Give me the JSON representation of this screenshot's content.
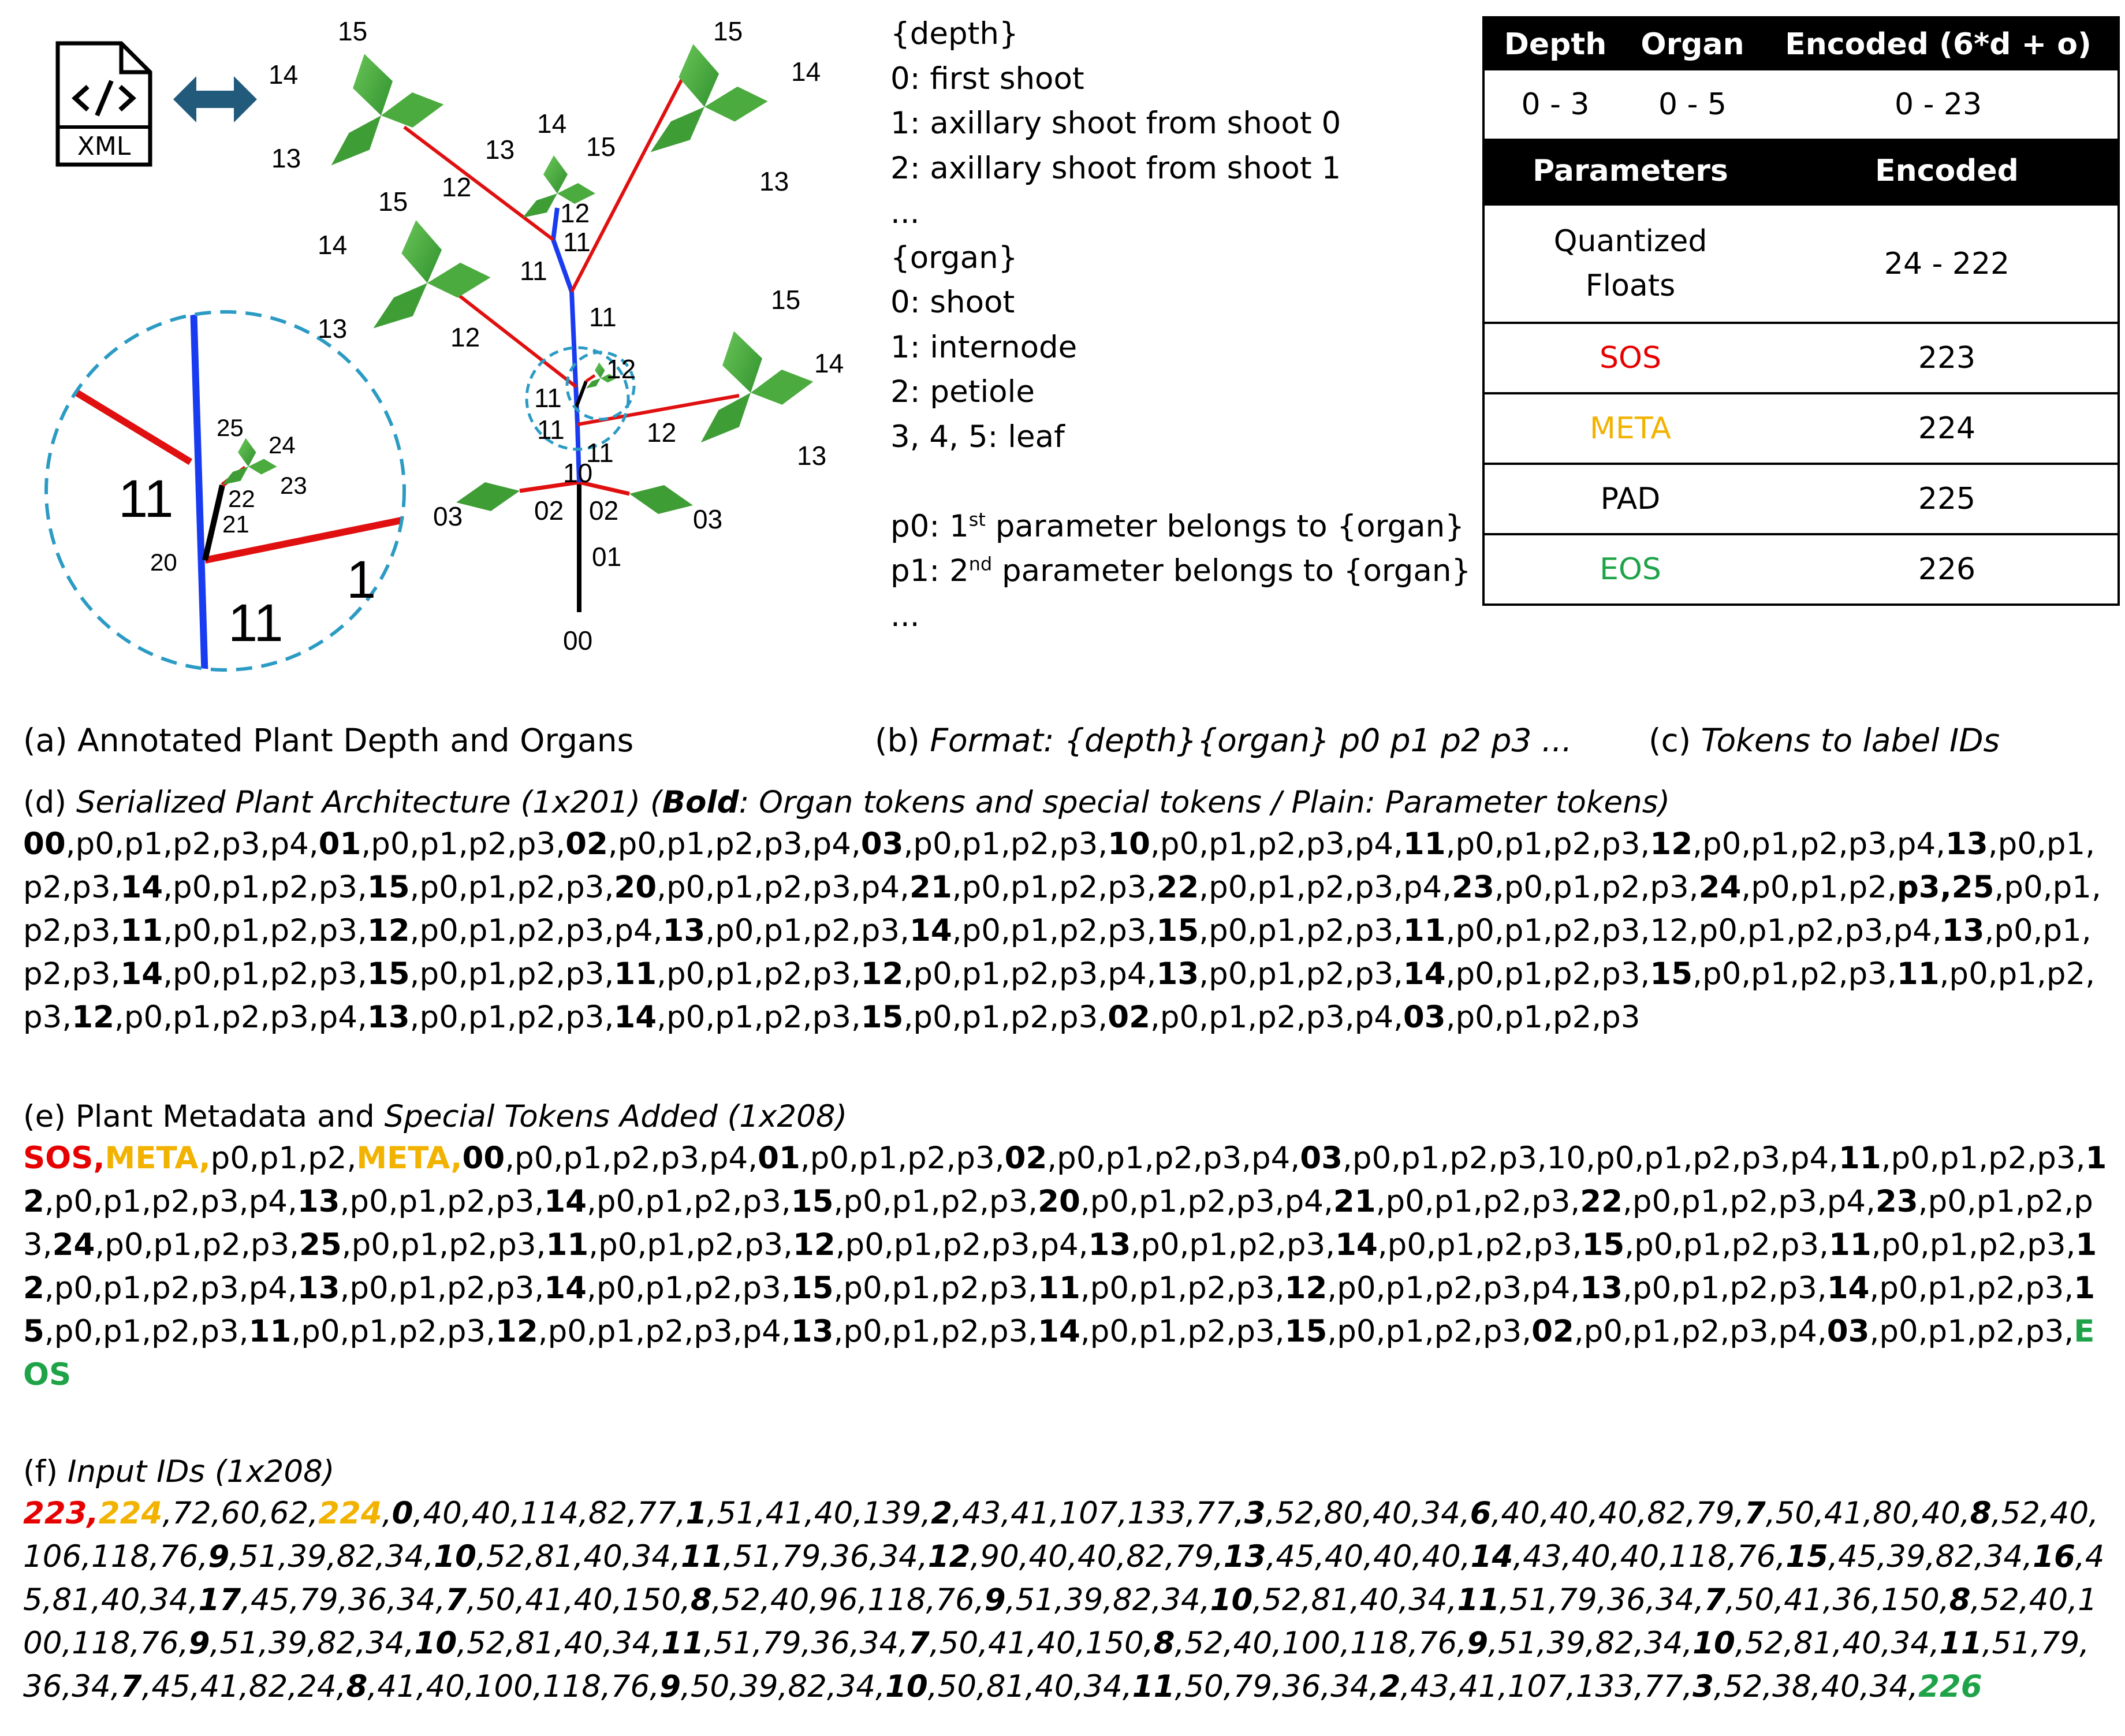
{
  "plant": {
    "xml_label": "XML",
    "magnified_labels": {
      "l25": "25",
      "l24": "24",
      "l23": "23",
      "l22": "22",
      "l21": "21",
      "l20": "20",
      "l11a": "11",
      "l11b": "11",
      "l1": "1"
    },
    "organ_labels": {
      "t15a": "15",
      "t14a": "14",
      "t13a": "13",
      "t12a": "12",
      "t11a": "11",
      "t15b": "15",
      "t14b": "14",
      "t13b": "13",
      "t13c": "13",
      "t14c": "14",
      "t15c": "15",
      "t12c": "12",
      "t11c": "11",
      "t15d": "15",
      "t14d": "14",
      "t13d": "13",
      "t12d": "12",
      "t11d": "11",
      "t15e": "15",
      "t14e": "14",
      "t13e": "13",
      "t12e": "12",
      "t11e": "11",
      "t11f": "11",
      "t12f": "12",
      "t11g": "11",
      "t10": "10",
      "t02a": "02",
      "t02b": "02",
      "t03a": "03",
      "t03b": "03",
      "t01": "01",
      "t00": "00"
    }
  },
  "format_list": [
    "{depth}",
    "0: first shoot",
    "1: axillary shoot from shoot 0",
    "2: axillary shoot from shoot 1",
    "...",
    "{organ}",
    "0: shoot",
    "1: internode",
    "2: petiole",
    "3, 4, 5: leaf",
    "",
    "p0: 1|st| parameter belongs to {organ}",
    "p1: 2|nd| parameter belongs to {organ}",
    "..."
  ],
  "token_table": {
    "header1": [
      "Depth",
      "Organ",
      "Encoded (6*d + o)"
    ],
    "row1": [
      "0 - 3",
      "0 - 5",
      "0 - 23"
    ],
    "header2": [
      "Parameters",
      "Encoded"
    ],
    "rows": [
      {
        "label": "Quantized\nFloats",
        "value": "24 - 222",
        "color": "#000000"
      },
      {
        "label": "SOS",
        "value": "223",
        "color": "#e60000"
      },
      {
        "label": "META",
        "value": "224",
        "color": "#f2b200"
      },
      {
        "label": "PAD",
        "value": "225",
        "color": "#000000"
      },
      {
        "label": "EOS",
        "value": "226",
        "color": "#1fa348"
      }
    ]
  },
  "captions": {
    "a": "(a) Annotated Plant Depth and Organs",
    "b_prefix": "(b) ",
    "b_italic": "Format: {depth}{organ} p0 p1 p2 p3 ...",
    "c_prefix": "(c) ",
    "c_italic": "Tokens to label IDs"
  },
  "section_d": {
    "title_prefix": "(d) ",
    "title_italic": "Serialized Plant Architecture (1x201) (",
    "title_bold": "Bold",
    "title_rest": ": Organ tokens and special tokens / Plain: Parameter tokens)",
    "tokens": "B:00|,p0,p1,p2,p3,p4,|B:01|,p0,p1,p2,p3,|B:02|,p0,p1,p2,p3,p4,|B:03|,p0,p1,p2,p3,|B:10|,p0,p1,p2,p3,p4,|B:11|,p0,p1,p2,p3,|B:12|,p0,p1,p2,p3,p4,|B:13|,p0,p1,p2,p3,|B:14|,p0,p1,p2,p3,|B:15|,p0,p1,p2,p3,|B:20|,p0,p1,p2,p3,p4,|B:21|,p0,p1,p2,p3,|B:22|,p0,p1,p2,p3,p4,|B:23|,p0,p1,p2,p3,|B:24|,p0,p1,p2,|B:p3,|B:25|,p0,p1,p2,p3,|B:11|,p0,p1,p2,p3,|B:12|,p0,p1,p2,p3,p4,|B:13|,p0,p1,p2,p3,|B:14|,p0,p1,p2,p3,|B:15|,p0,p1,p2,p3,|B:11|,p0,p1,p2,p3,12,p0,p1,p2,p3,p4,|B:13|,p0,p1,p2,p3,|B:14|,p0,p1,p2,p3,|B:15|,p0,p1,p2,p3,|B:11|,p0,p1,p2,p3,|B:12|,p0,p1,p2,p3,p4,|B:13|,p0,p1,p2,p3,|B:14|,p0,p1,p2,p3,|B:15|,p0,p1,p2,p3,|B:11|,p0,p1,p2,p3,|B:12|,p0,p1,p2,p3,p4,|B:13|,p0,p1,p2,p3,|B:14|,p0,p1,p2,p3,|B:15|,p0,p1,p2,p3,|B:02|,p0,p1,p2,p3,p4,|B:03|,p0,p1,p2,p3"
  },
  "section_e": {
    "title_plain": "(e) Plant Metadata and ",
    "title_italic": "Special Tokens Added (1x208)",
    "tokens": "R:SOS,|Y:META,|p0,p1,p2,|Y:META,|B:00|,p0,p1,p2,p3,p4,|B:01|,p0,p1,p2,p3,|B:02|,p0,p1,p2,p3,p4,|B:03|,p0,p1,p2,p3,10,p0,p1,p2,p3,p4,|B:11|,p0,p1,p2,p3,|B:12|,p0,p1,p2,p3,p4,|B:13|,p0,p1,p2,p3,|B:14|,p0,p1,p2,p3,|B:15|,p0,p1,p2,p3,|B:20|,p0,p1,p2,p3,p4,|B:21|,p0,p1,p2,p3,|B:22|,p0,p1,p2,p3,p4,|B:23|,p0,p1,p2,p3,|B:24|,p0,p1,p2,p3,|B:25|,p0,p1,p2,p3,|B:11|,p0,p1,p2,p3,|B:12|,p0,p1,p2,p3,p4,|B:13|,p0,p1,p2,p3,|B:14|,p0,p1,p2,p3,|B:15|,p0,p1,p2,p3,|B:11|,p0,p1,p2,p3,|B:12|,p0,p1,p2,p3,p4,|B:13|,p0,p1,p2,p3,|B:14|,p0,p1,p2,p3,|B:15|,p0,p1,p2,p3,|B:11|,p0,p1,p2,p3,|B:12|,p0,p1,p2,p3,p4,|B:13|,p0,p1,p2,p3,|B:14|,p0,p1,p2,p3,|B:15|,p0,p1,p2,p3,|B:11|,p0,p1,p2,p3,|B:12|,p0,p1,p2,p3,p4,|B:13|,p0,p1,p2,p3,|B:14|,p0,p1,p2,p3,|B:15|,p0,p1,p2,p3,|B:02|,p0,p1,p2,p3,p4,|B:03|,p0,p1,p2,p3,|G:EOS"
  },
  "section_f": {
    "title_plain": "(f) ",
    "title_italic": "Input IDs (1x208)",
    "tokens": "R:223,|Y:224|,72,60,62,|Y:224|,|B:0|,40,40,114,82,77,|B:1|,51,41,40,139,|B:2|,43,41,107,133,77,|B:3|,52,80,40,34,|B:6|,40,40,40,82,79,|B:7|,50,41,80,40,|B:8|,52,40,106,118,76,|B:9|,51,39,82,34,|B:10|,52,81,40,34,|B:11|,51,79,36,34,|B:12|,90,40,40,82,79,|B:13|,45,40,40,40,|B:14|,43,40,40,118,76,|B:15|,45,39,82,34,|B:16|,45,81,40,34,|B:17|,45,79,36,34,|B:7|,50,41,40,150,|B:8|,52,40,96,118,76,|B:9|,51,39,82,34,|B:10|,52,81,40,34,|B:11|,51,79,36,34,|B:7|,50,41,36,150,|B:8|,52,40,100,118,76,|B:9|,51,39,82,34,|B:10|,52,81,40,34,|B:11|,51,79,36,34,|B:7|,50,41,40,150,|B:8|,52,40,100,118,76,|B:9|,51,39,82,34,|B:10|,52,81,40,34,|B:11|,51,79,36,34,|B:7|,45,41,82,24,|B:8|,41,40,100,118,76,|B:9|,50,39,82,34,|B:10|,50,81,40,34,|B:11|,50,79,36,34,|B:2|,43,41,107,133,77,|B:3|,52,38,40,34,|G:226"
  }
}
